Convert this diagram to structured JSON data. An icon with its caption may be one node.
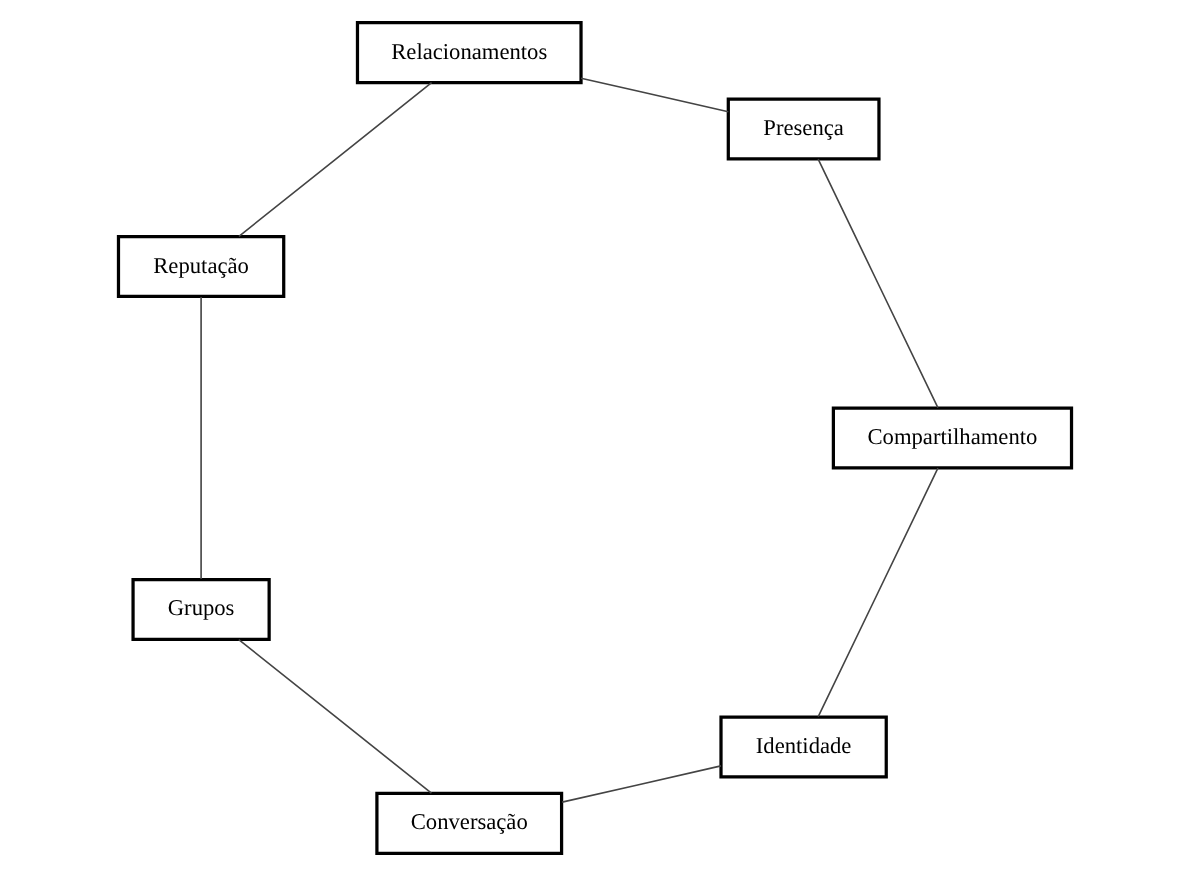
{
  "diagram": {
    "nodes": [
      {
        "text": [
          "Identidade"
        ]
      },
      {
        "text": [
          "Compartilhamento"
        ]
      },
      {
        "text": [
          "Conversação"
        ]
      },
      {
        "text": [
          "Presença"
        ]
      },
      {
        "text": [
          "Grupos"
        ]
      },
      {
        "text": [
          "Relacionamentos"
        ]
      },
      {
        "text": [
          "Reputação"
        ]
      }
    ],
    "edges": [
      {
        "from": 0,
        "to": 2,
        "arrow": "none"
      },
      {
        "from": 2,
        "to": 4,
        "arrow": "none"
      },
      {
        "from": 4,
        "to": 6,
        "arrow": "none"
      },
      {
        "from": 6,
        "to": 5,
        "arrow": "none"
      },
      {
        "from": 5,
        "to": 3,
        "arrow": "none"
      },
      {
        "from": 3,
        "to": 1,
        "arrow": "none"
      },
      {
        "from": 1,
        "to": 0,
        "arrow": "none"
      }
    ]
  }
}
